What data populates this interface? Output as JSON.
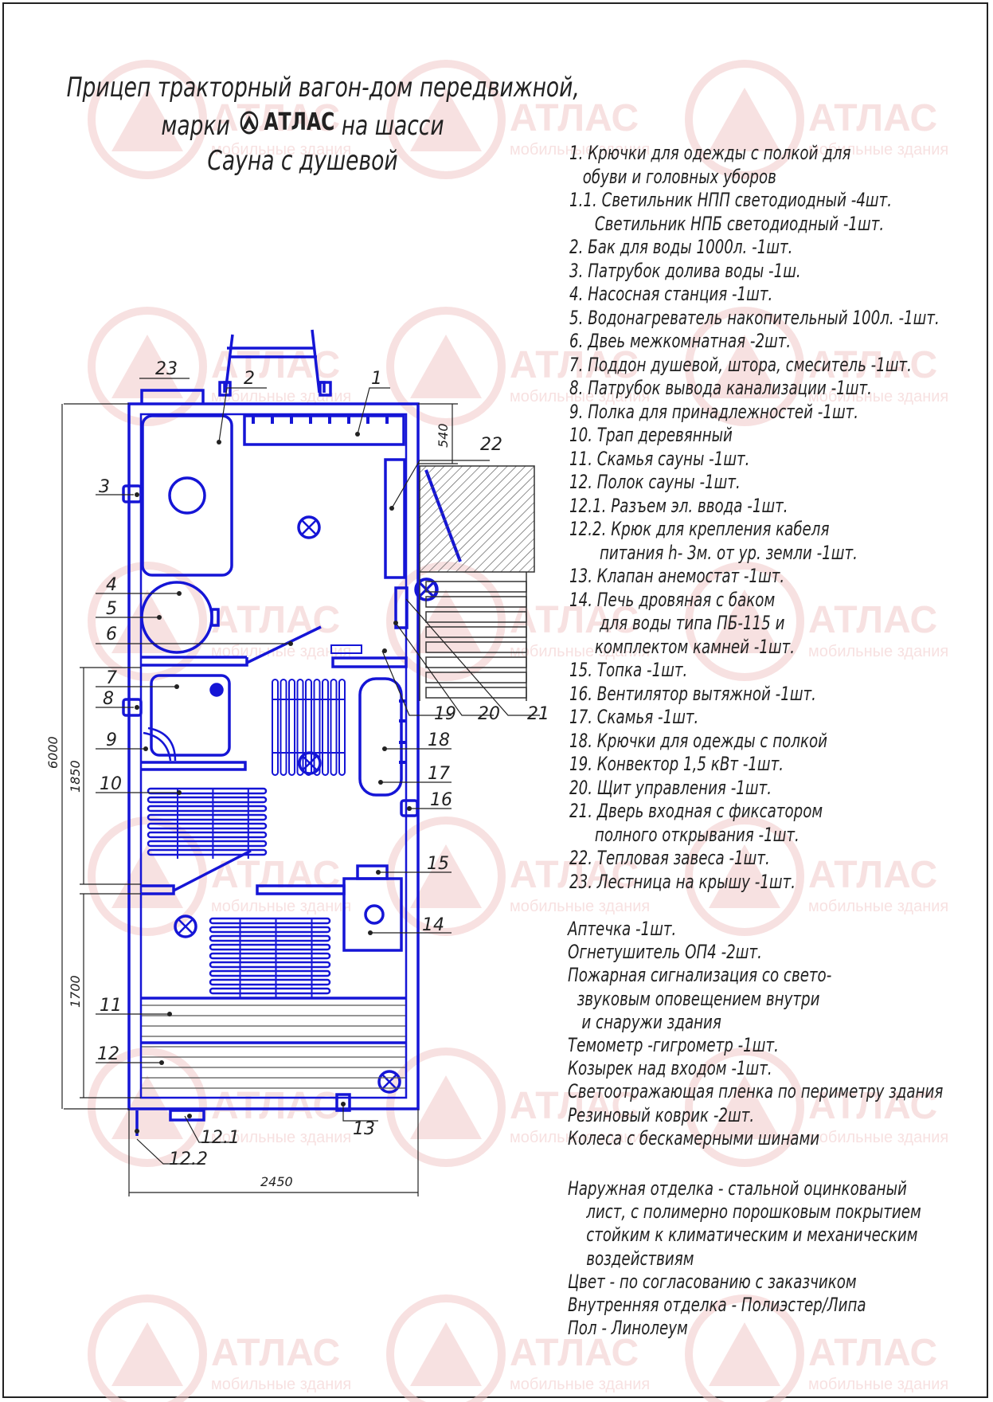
{
  "title": {
    "line1": "Прицеп тракторный вагон-дом передвижной,",
    "line2_prefix": "марки",
    "brand": "АТЛАС",
    "line2_suffix": "на шасси",
    "line3": "Сауна с душевой"
  },
  "watermark": {
    "brand": "АТЛАС",
    "sub": "мобильные здания"
  },
  "legend": [
    {
      "indent": 0,
      "text": "1. Крючки для одежды с полкой для"
    },
    {
      "indent": 1,
      "text": "обуви и головных уборов"
    },
    {
      "indent": 0,
      "text": "1.1. Светильник НПП светодиодный -4шт."
    },
    {
      "indent": 2,
      "text": "Светильник НПБ светодиодный -1шт."
    },
    {
      "indent": 0,
      "text": "2. Бак для воды 1000л. -1шт."
    },
    {
      "indent": 0,
      "text": "3. Патрубок долива воды -1ш."
    },
    {
      "indent": 0,
      "text": "4. Насосная станция -1шт."
    },
    {
      "indent": 0,
      "text": "5. Водонагреватель накопительный 100л. -1шт."
    },
    {
      "indent": 0,
      "text": "6. Двеь межкомнатная -2шт."
    },
    {
      "indent": 0,
      "text": "7. Поддон душевой, штора, смеситель -1шт."
    },
    {
      "indent": 0,
      "text": "8. Патрубок вывода канализации -1шт."
    },
    {
      "indent": 0,
      "text": "9. Полка для принадлежностей -1шт."
    },
    {
      "indent": 0,
      "text": "10. Трап деревянный"
    },
    {
      "indent": 0,
      "text": "11. Скамья сауны -1шт."
    },
    {
      "indent": 0,
      "text": "12. Полок сауны -1шт."
    },
    {
      "indent": 0,
      "text": "12.1. Разъем эл. ввода -1шт."
    },
    {
      "indent": 0,
      "text": "12.2. Крюк для крепления кабеля"
    },
    {
      "indent": 3,
      "text": "питания h- 3м. от ур. земли -1шт."
    },
    {
      "indent": 0,
      "text": "13. Клапан анемостат -1шт."
    },
    {
      "indent": 0,
      "text": "14. Печь дровяная с баком"
    },
    {
      "indent": 3,
      "text": "для воды типа ПБ-115 и"
    },
    {
      "indent": 2,
      "text": "комплектом камней -1шт."
    },
    {
      "indent": 0,
      "text": "15. Топка -1шт."
    },
    {
      "indent": 0,
      "text": "16. Вентилятор вытяжной -1шт."
    },
    {
      "indent": 0,
      "text": "17. Скамья -1шт."
    },
    {
      "indent": 0,
      "text": "18. Крючки для одежды с полкой"
    },
    {
      "indent": 0,
      "text": "19. Конвектор 1,5 кВт -1шт."
    },
    {
      "indent": 0,
      "text": "20. Щит управления -1шт."
    },
    {
      "indent": 0,
      "text": "21. Дверь входная с фиксатором"
    },
    {
      "indent": 2,
      "text": "полного открывания -1шт."
    },
    {
      "indent": 0,
      "text": "22. Тепловая завеса -1шт."
    },
    {
      "indent": 0,
      "text": "23. Лестница на крышу -1шт."
    }
  ],
  "notes": [
    "Аптечка -1шт.",
    "Огнетушитель ОП4 -2шт.",
    "Пожарная сигнализация со свето-",
    "  звуковым оповещением внутри",
    "   и снаружи здания",
    "Темометр -гигрометр -1шт.",
    "Козырек над входом -1шт.",
    "Светоотражающая пленка по периметру здания",
    "Резиновый коврик -2шт.",
    "Колеса с бескамерными шинами"
  ],
  "finish": [
    "Наружная отделка - стальной оцинкованый",
    "    лист, с полимерно порошковым покрытием",
    "    стойким к климатическим и механическим",
    "    воздействиям",
    "Цвет - по согласованию с заказчиком",
    "Внутренняя отделка - Полиэстер/Липа",
    "Пол - Линолеум"
  ],
  "callouts": {
    "c1": "1",
    "c2": "2",
    "c3": "3",
    "c4": "4",
    "c5": "5",
    "c6": "6",
    "c7": "7",
    "c8": "8",
    "c9": "9",
    "c10": "10",
    "c11": "11",
    "c12": "12",
    "c12_1": "12.1",
    "c12_2": "12.2",
    "c13": "13",
    "c14": "14",
    "c15": "15",
    "c16": "16",
    "c17": "17",
    "c18": "18",
    "c19": "19",
    "c20": "20",
    "c21": "21",
    "c22": "22",
    "c23": "23"
  },
  "dimensions": {
    "width": "2450",
    "length": "6000",
    "section_a": "1850",
    "section_b": "1700",
    "overhang": "540"
  },
  "colors": {
    "plan": "#1515d6",
    "ink": "#222222",
    "watermark": "#f2c9c9"
  }
}
